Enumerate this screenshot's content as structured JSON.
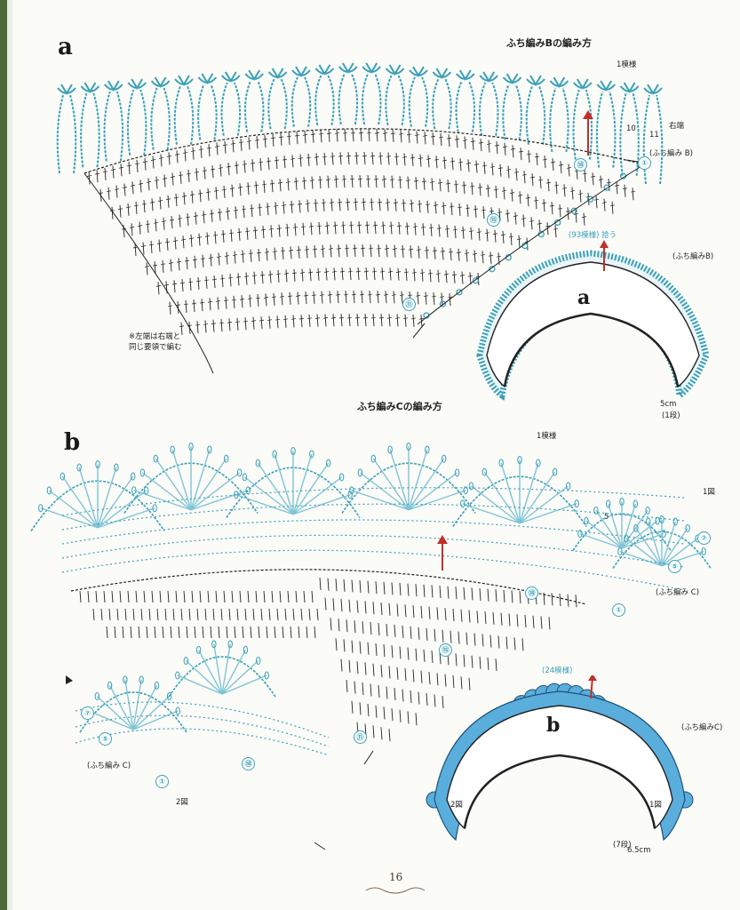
{
  "diagram_a": {
    "glyph": "a",
    "title": "ふち編みBの編み方",
    "repeat": "1模様",
    "right_end": "右端",
    "ref": "(ふち編み B)",
    "row_10": "10",
    "row_11": "11",
    "note_line1": "※左端は右端と",
    "note_line2": "同じ要領で編む",
    "circles": [
      "⑱",
      "⑮",
      "⑪",
      "①"
    ]
  },
  "mini_a": {
    "glyph": "a",
    "count": "(93模様) 拾う",
    "edge_label": "(ふち編みB)",
    "dim": "5cm",
    "rows": "(1段)"
  },
  "diagram_b": {
    "glyph": "b",
    "title": "ふち編みCの編み方",
    "repeat": "1模様",
    "fig1": "1図",
    "fig2": "2図",
    "ref_right": "(ふち編み C)",
    "ref_left": "(ふち編み C)",
    "five": "5",
    "circles_right": [
      "⑦",
      "⑤",
      "①"
    ],
    "circles_left": [
      "⑦",
      "⑤",
      "①"
    ],
    "circles_mid": [
      "⑱",
      "⑮",
      "⑪",
      "⑱"
    ]
  },
  "mini_b": {
    "glyph": "b",
    "count": "(24模様)",
    "edge_label": "(ふち編みC)",
    "fig2": "2図",
    "fig1": "1図",
    "rows": "(7段)",
    "dim": "6.5cm"
  },
  "page_number": "16",
  "colors": {
    "teal": "#3aa0b8",
    "light_teal": "#7fc4d6",
    "dark": "#222222",
    "arrow": "#c0302a",
    "fill_blue": "#5aaedc"
  }
}
